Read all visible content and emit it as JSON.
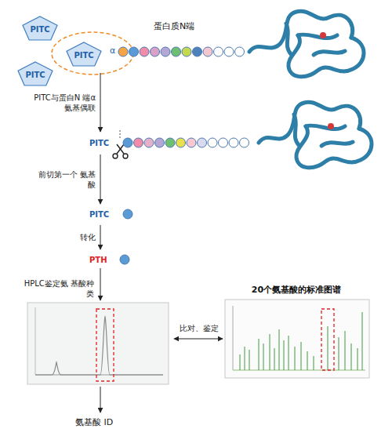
{
  "diagram": {
    "nodes": [
      {
        "text": [
          "PITC"
        ]
      },
      {
        "text": [
          "PITC"
        ]
      },
      {
        "text": [
          "PITC"
        ]
      },
      {
        "text": [
          "蛋白质N端",
          "α"
        ]
      },
      {
        "text": [
          "PITC"
        ]
      },
      {
        "text": [
          "PITC"
        ]
      },
      {
        "text": [
          "PTH"
        ]
      },
      {
        "text": [
          "20个氨基酸的标准图谱"
        ]
      }
    ],
    "edges": [
      {
        "from": 3,
        "to": 4,
        "arrow": "to",
        "label": "PITC与蛋白N 端α氨基偶联"
      },
      {
        "from": 4,
        "to": 5,
        "arrow": "to",
        "label": "前切第一个 氨基酸"
      },
      {
        "from": 5,
        "to": 6,
        "arrow": "to",
        "label": "转化"
      }
    ],
    "labels": [
      "HPLC鉴定氨 基酸种类",
      "比对、鉴定",
      "氨基酸 ID"
    ]
  }
}
